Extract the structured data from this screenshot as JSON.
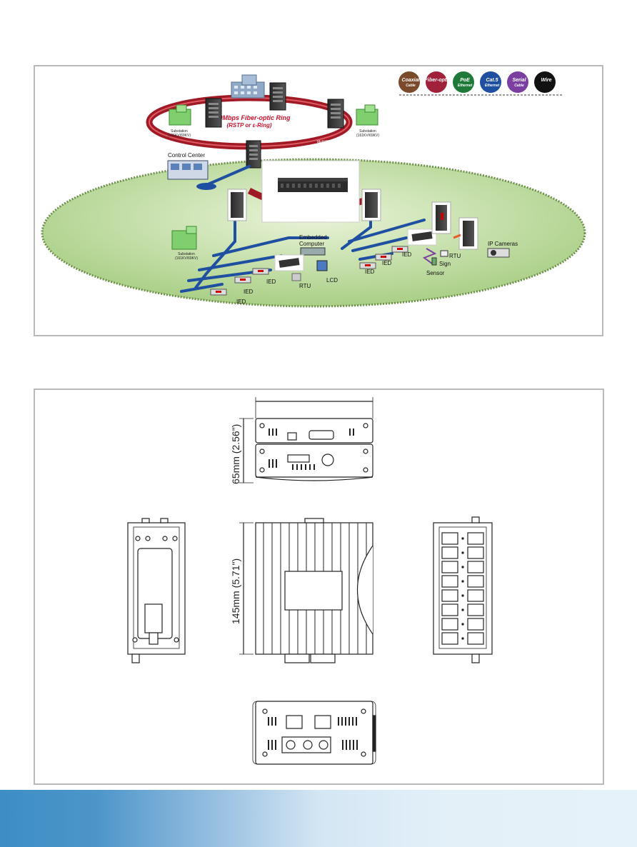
{
  "network": {
    "ring_title": "1000Mbps Fiber-optic Ring",
    "ring_subtitle": "(RSTP or ε-Ring)",
    "ring_fiber_label": "Multi/Single-Mode",
    "control_center": "Control Center",
    "substation_label": "Substation",
    "substation_voltage": "(161KV/69KV)",
    "embedded_computer_1": "Embedded",
    "embedded_computer_2": "Computer",
    "ied": "IED",
    "rtu": "RTU",
    "lcd": "LCD",
    "sign": "Sign",
    "sensor": "Sensor",
    "ip_cameras": "IP Cameras"
  },
  "legend": [
    {
      "label": "Coaxial Cable",
      "color": "#7a4a2a"
    },
    {
      "label": "Fiber-optic",
      "color": "#a0223a"
    },
    {
      "label": "PoE Ethernet",
      "color": "#1f7a3a"
    },
    {
      "label": "Cat.5 Ethernet",
      "color": "#1f4fa0"
    },
    {
      "label": "Serial Cable",
      "color": "#7a3fa0"
    },
    {
      "label": "Wire",
      "color": "#111111"
    }
  ],
  "dimensions": {
    "height_front": "65mm (2.56\")",
    "depth_side": "145mm (5.71\")"
  },
  "colors": {
    "panel_border": "#b9b9b9",
    "ellipse_fill": "#cfe4b4",
    "ring": "#a01a26",
    "cable_blue": "#1f4fa0"
  }
}
